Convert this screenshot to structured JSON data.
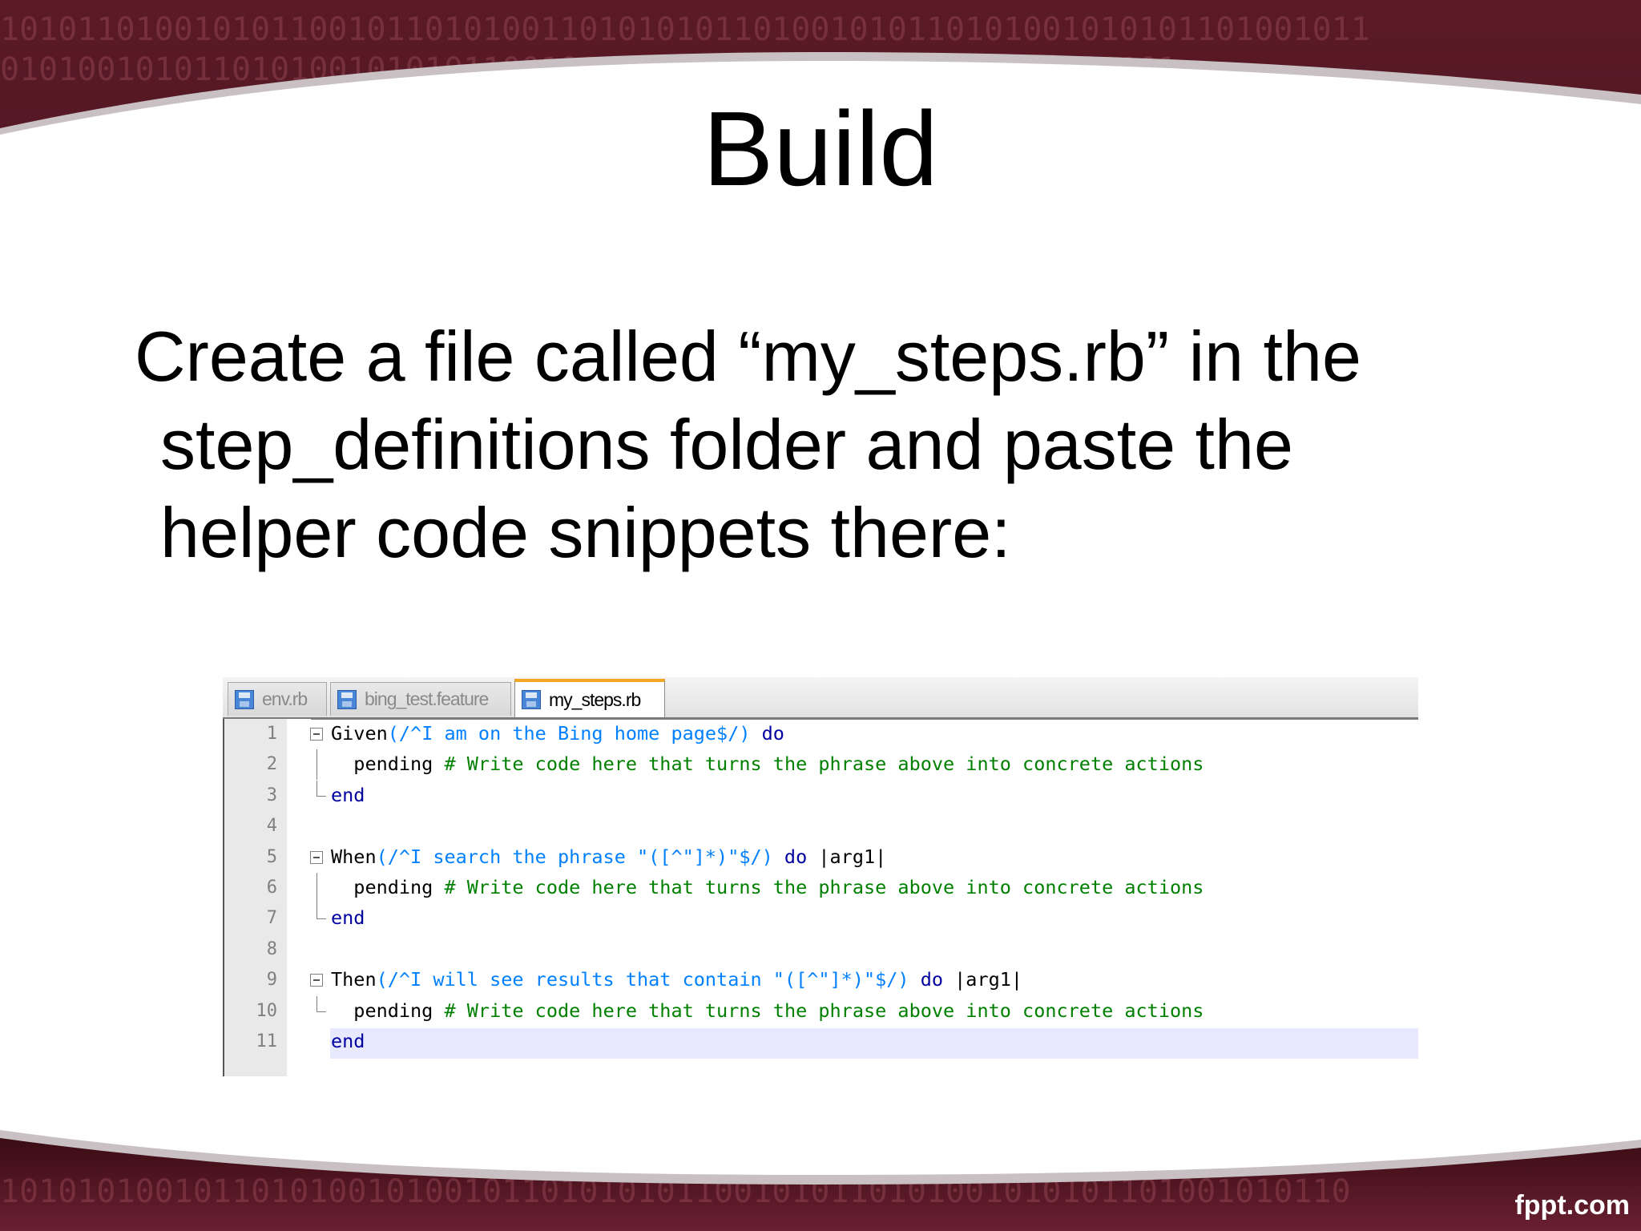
{
  "slide": {
    "title": "Build",
    "body_lines": [
      "Create a file called “my_steps.rb” in the",
      "step_definitions folder and paste the",
      "helper code snippets there:"
    ],
    "watermark": "fppt.com"
  },
  "editor": {
    "tabs": [
      {
        "label": "env.rb",
        "active": false
      },
      {
        "label": "bing_test.feature",
        "active": false
      },
      {
        "label": "my_steps.rb",
        "active": true
      }
    ],
    "lines": [
      {
        "num": "1",
        "parts": [
          "Given",
          "(/^I am on the Bing home page$/)",
          " do",
          ""
        ]
      },
      {
        "num": "2",
        "parts": [
          "  pending",
          " # Write code here that turns the phrase above into concrete actions"
        ]
      },
      {
        "num": "3",
        "parts": [
          "end"
        ]
      },
      {
        "num": "4",
        "parts": [
          ""
        ]
      },
      {
        "num": "5",
        "parts": [
          "When",
          "(/^I search the phrase \"([^\"]*)\"$/)",
          " do",
          " |arg1|"
        ]
      },
      {
        "num": "6",
        "parts": [
          "  pending",
          " # Write code here that turns the phrase above into concrete actions"
        ]
      },
      {
        "num": "7",
        "parts": [
          "end"
        ]
      },
      {
        "num": "8",
        "parts": [
          ""
        ]
      },
      {
        "num": "9",
        "parts": [
          "Then",
          "(/^I will see results that contain \"([^\"]*)\"$/)",
          " do",
          " |arg1|"
        ]
      },
      {
        "num": "10",
        "parts": [
          "  pending",
          " # Write code here that turns the phrase above into concrete actions"
        ]
      },
      {
        "num": "11",
        "parts": [
          "end"
        ]
      }
    ]
  },
  "colors": {
    "keyword": "#0000ff",
    "regex": "#0080ff",
    "comment": "#008000",
    "active_tab_accent": "#f5a623",
    "current_line": "#e8e8ff"
  }
}
